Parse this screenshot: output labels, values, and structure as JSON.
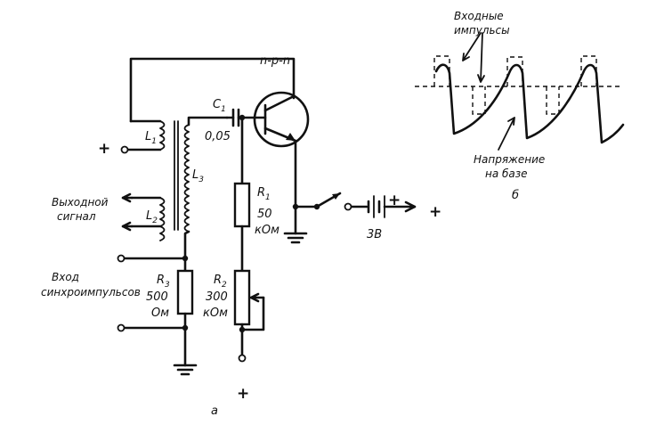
{
  "schematic": {
    "transistor_type": "n-p-n",
    "inductors": {
      "l1": {
        "letter": "L",
        "sub": "1"
      },
      "l2": {
        "letter": "L",
        "sub": "2"
      },
      "l3": {
        "letter": "L",
        "sub": "3"
      }
    },
    "capacitor": {
      "letter": "C",
      "sub": "1",
      "value": "0,05"
    },
    "r1": {
      "letter": "R",
      "sub": "1",
      "value": "50",
      "unit": "кОм"
    },
    "r2": {
      "letter": "R",
      "sub": "2",
      "value": "300",
      "unit": "кОм"
    },
    "r3": {
      "letter": "R",
      "sub": "3",
      "value": "500",
      "unit": "Ом"
    },
    "battery_voltage": "3В",
    "output_label": [
      "Выходной",
      "сигнал"
    ],
    "sync_input_label": [
      "Вход",
      "синхроимпульсов"
    ],
    "plus_sign": "+",
    "panel_a_caption": "а"
  },
  "waveform": {
    "input_pulses_label": [
      "Входные",
      "импульсы"
    ],
    "base_voltage_label": [
      "Напряжение",
      "на базе"
    ],
    "panel_b_caption": "б"
  }
}
